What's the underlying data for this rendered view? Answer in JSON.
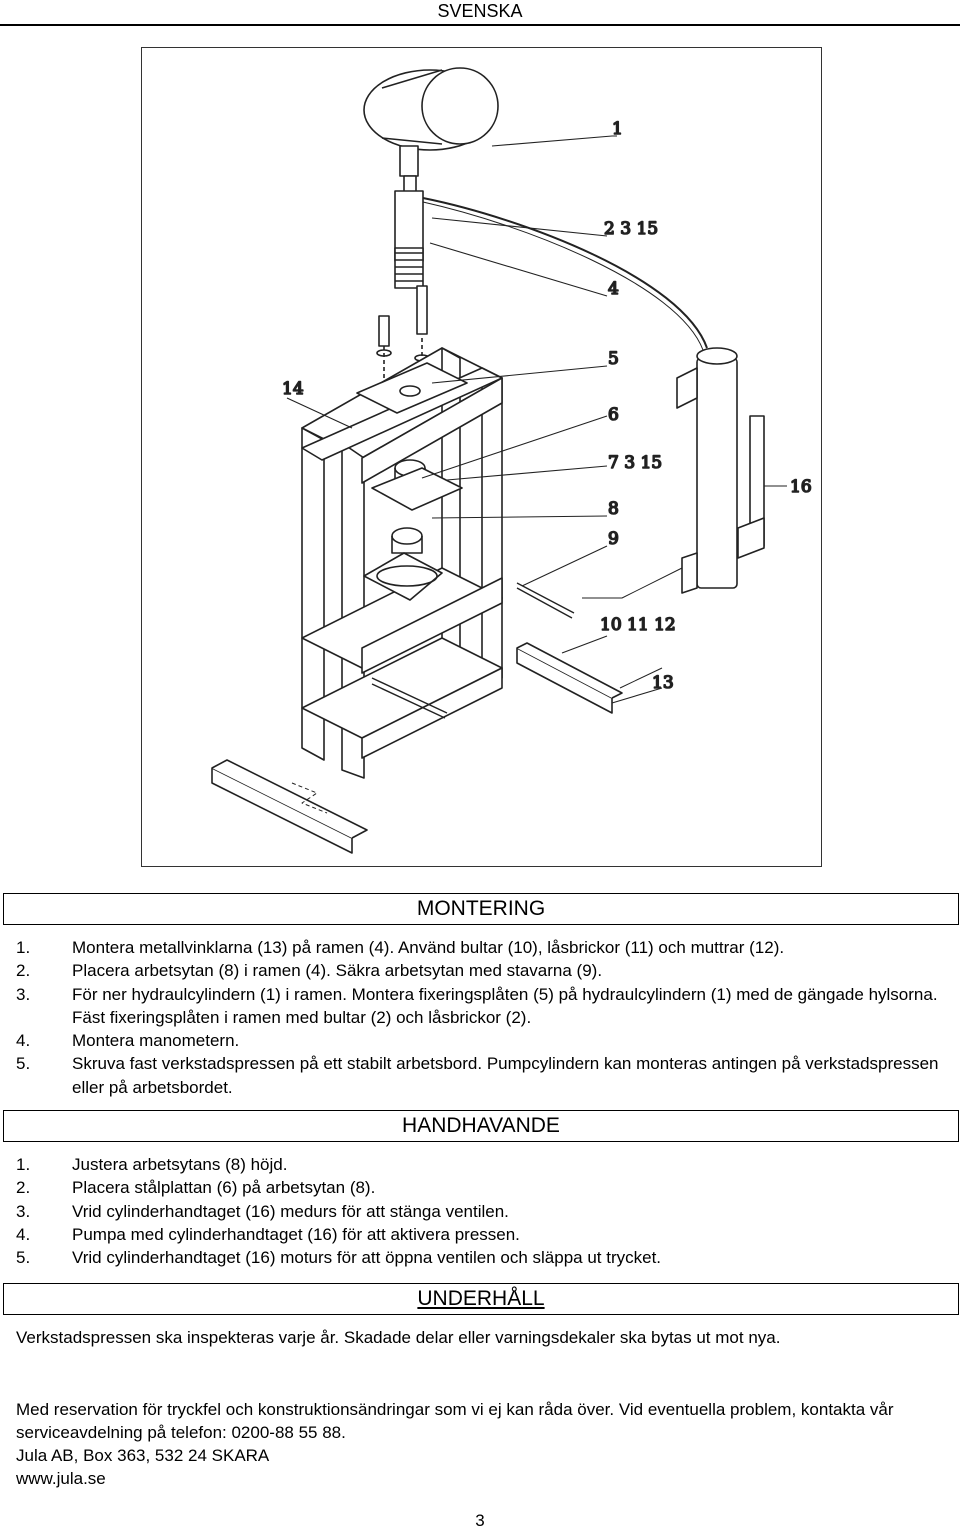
{
  "header": {
    "language": "SVENSKA"
  },
  "figure": {
    "callouts": [
      "1",
      "2 3 15",
      "4",
      "5",
      "6",
      "7 3 15",
      "8",
      "9",
      "10 11 12",
      "13",
      "14",
      "16"
    ]
  },
  "montering": {
    "title": "MONTERING",
    "steps": [
      {
        "num": "1.",
        "text": "Montera metallvinklarna (13) på ramen (4). Använd bultar (10), låsbrickor (11) och muttrar (12)."
      },
      {
        "num": "2.",
        "text": "Placera arbetsytan (8) i ramen (4). Säkra arbetsytan med stavarna (9)."
      },
      {
        "num": "3.",
        "text": "För ner hydraulcylindern (1) i ramen. Montera fixeringsplåten (5) på hydraulcylindern (1) med de gängade hylsorna. Fäst fixeringsplåten i ramen med bultar (2) och låsbrickor (2)."
      },
      {
        "num": "4.",
        "text": "Montera manometern."
      },
      {
        "num": "5.",
        "text": "Skruva fast verkstadspressen på ett stabilt arbetsbord. Pumpcylindern kan monteras antingen på verkstadspressen eller på arbetsbordet."
      }
    ]
  },
  "handhavande": {
    "title": "HANDHAVANDE",
    "steps": [
      {
        "num": "1.",
        "text": "Justera arbetsytans (8) höjd."
      },
      {
        "num": "2.",
        "text": "Placera stålplattan (6) på arbetsytan (8)."
      },
      {
        "num": "3.",
        "text": "Vrid cylinderhandtaget (16) medurs för att stänga ventilen."
      },
      {
        "num": "4.",
        "text": "Pumpa med cylinderhandtaget (16) för att aktivera pressen."
      },
      {
        "num": "5.",
        "text": "Vrid cylinderhandtaget (16) moturs för att öppna ventilen och släppa ut trycket."
      }
    ]
  },
  "underhall": {
    "title": "UNDERHÅLL",
    "text": "Verkstadspressen ska inspekteras varje år. Skadade delar eller varningsdekaler ska bytas ut mot nya."
  },
  "footer": {
    "disclaimer": "Med reservation för tryckfel och konstruktionsändringar som vi ej kan råda över. Vid eventuella problem, kontakta vår serviceavdelning på telefon: 0200-88 55 88.",
    "address": "Jula AB, Box 363, 532 24 SKARA",
    "website": "www.jula.se"
  },
  "page_number": "3"
}
